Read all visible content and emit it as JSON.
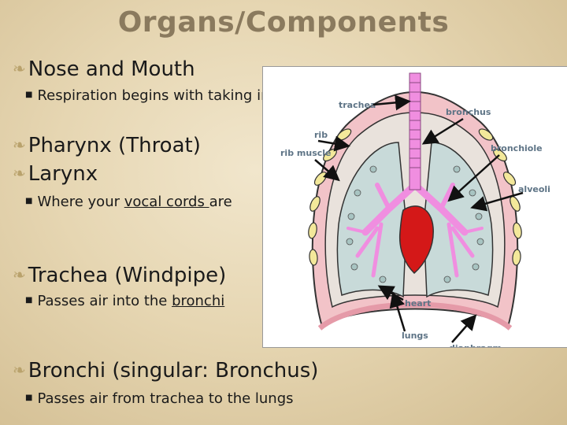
{
  "title": "Organs/Components",
  "items": [
    {
      "heading": "Nose and Mouth",
      "sub": "Respiration begins with taking in air"
    },
    {
      "heading": "Pharynx (Throat)"
    },
    {
      "heading": "Larynx",
      "sub": "Where your vocal cords are"
    },
    {
      "heading": "Trachea (Windpipe)",
      "sub": "Passes air into the bronchi"
    },
    {
      "heading": "Bronchi (singular: Bronchus)",
      "sub": "Passes air from trachea to the lungs"
    }
  ],
  "diagram": {
    "labels": {
      "trachea": "trachea",
      "bronchus": "bronchus",
      "rib": "rib",
      "rib_muscle": "rib muscle",
      "bronchiole": "bronchiole",
      "alveoli": "alveoli",
      "heart": "heart",
      "lungs": "lungs",
      "diaphragm": "diaphragm"
    },
    "colors": {
      "label": "#5e7486",
      "rib": "#f3e89a",
      "rib_muscle": "#f2c3c8",
      "bronchi": "#f08ee0",
      "heart": "#d41818",
      "lung": "#c8dad9"
    }
  }
}
